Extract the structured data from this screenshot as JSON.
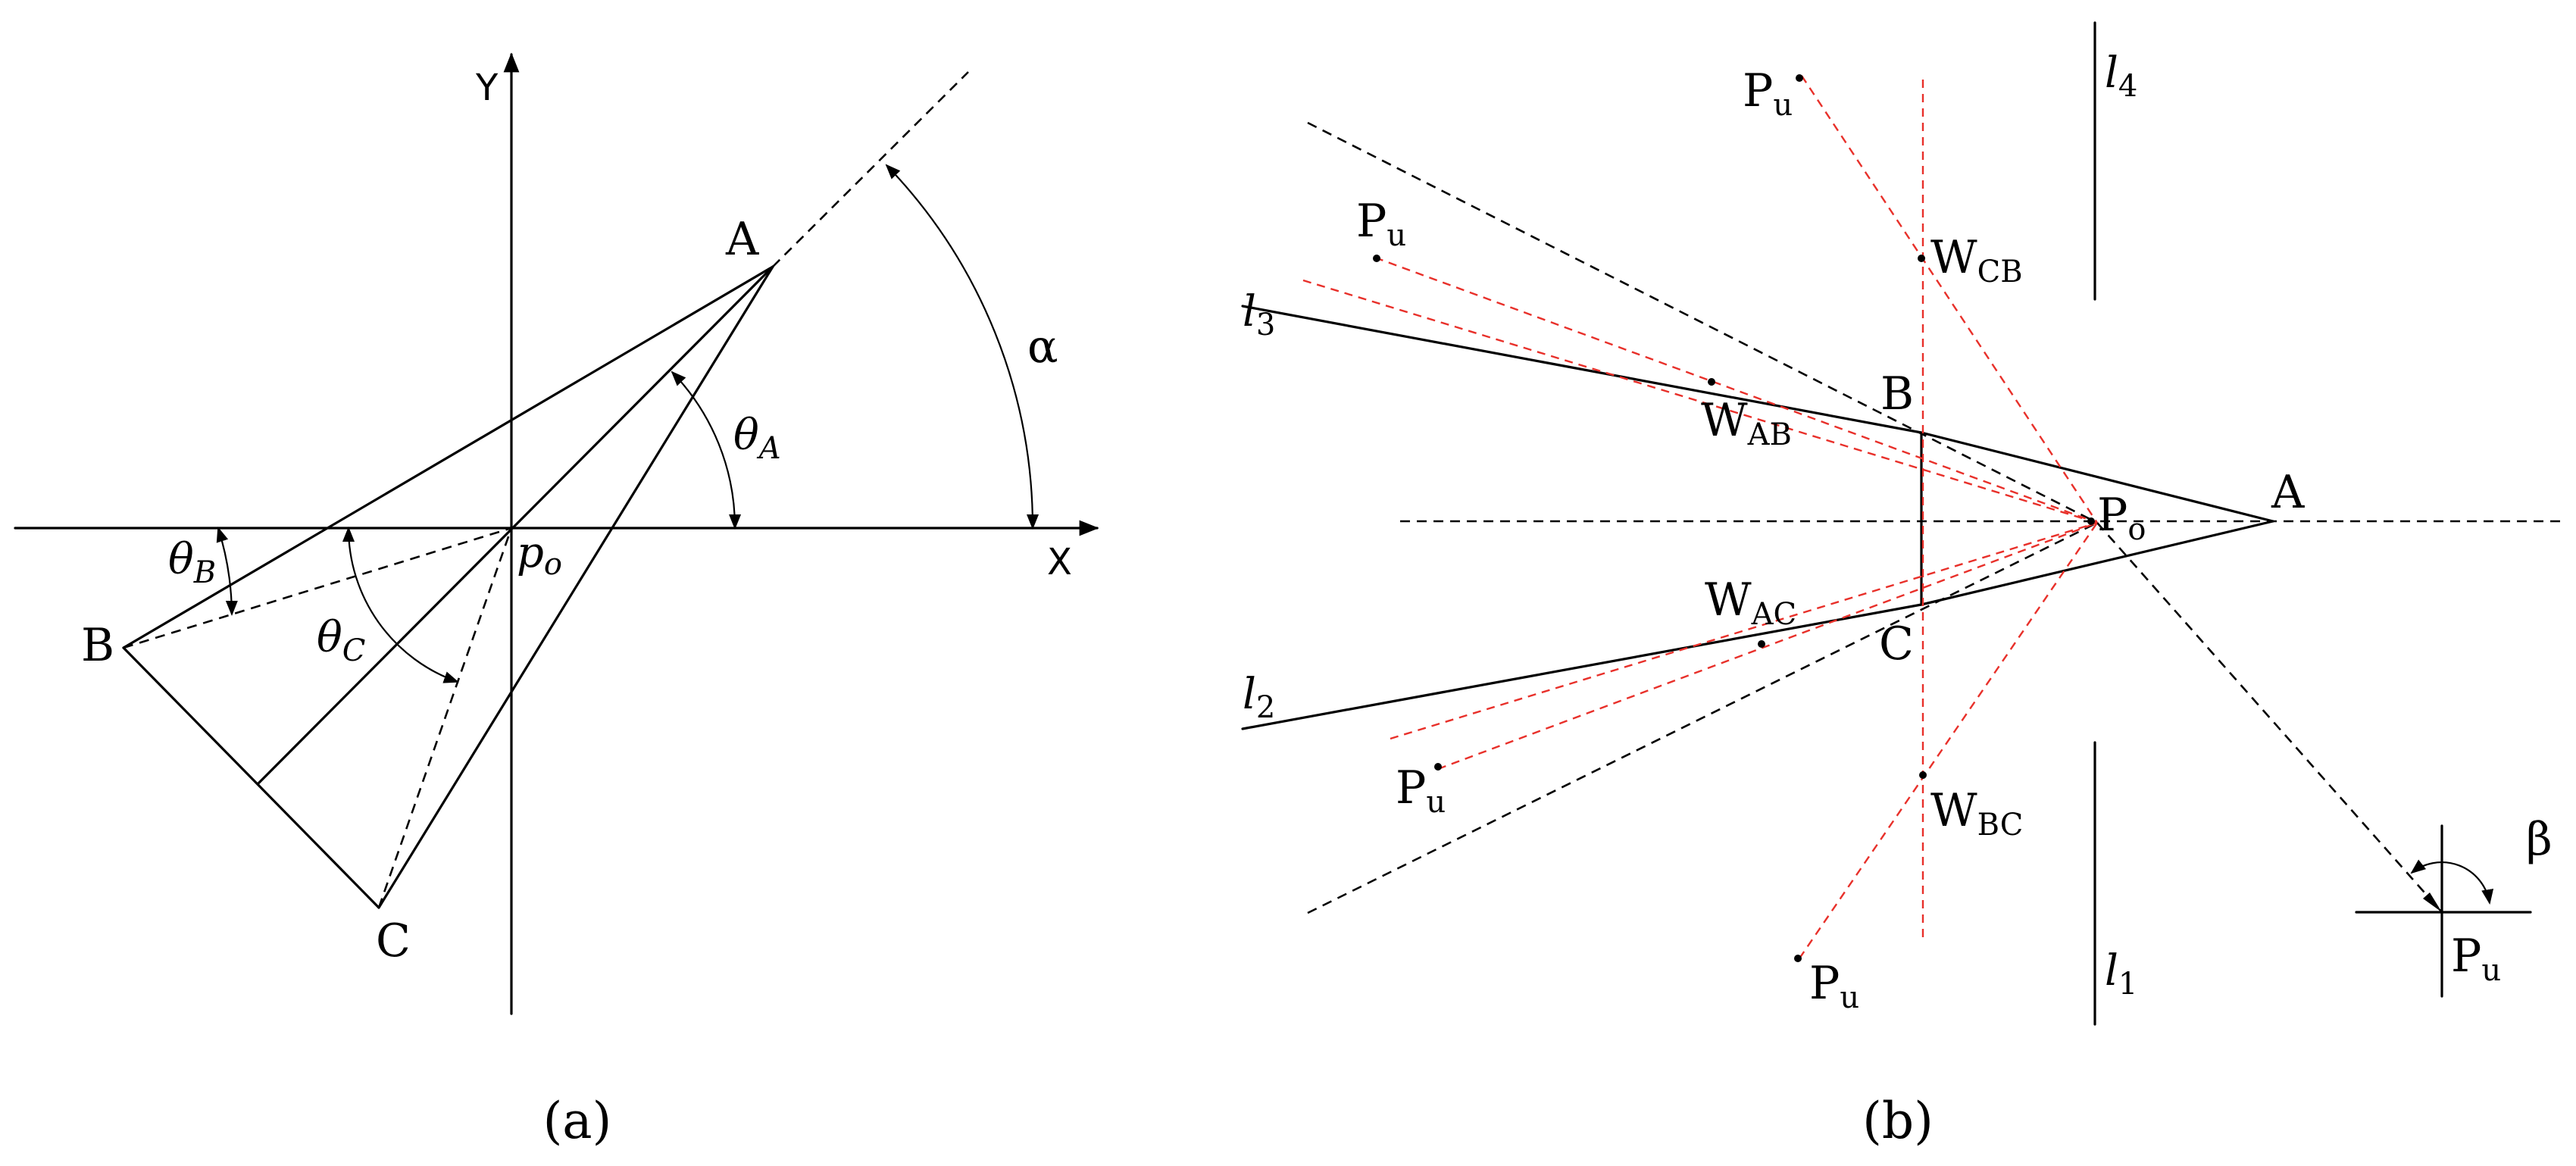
{
  "panel_a": {
    "caption": "(a)",
    "axis_x": "X",
    "axis_y": "Y",
    "vertex_a": "A",
    "vertex_b": "B",
    "vertex_c": "C",
    "origin_main": "p",
    "origin_sub": "o",
    "alpha": "α",
    "theta": "θ",
    "theta_a_sub": "A",
    "theta_b_sub": "B",
    "theta_c_sub": "C"
  },
  "panel_b": {
    "caption": "(b)",
    "vertex_a": "A",
    "vertex_b": "B",
    "vertex_c": "C",
    "po_main": "P",
    "po_sub": "o",
    "pu_main": "P",
    "pu_sub": "u",
    "w_main": "W",
    "w_ab_sub": "AB",
    "w_ac_sub": "AC",
    "w_cb_sub": "CB",
    "w_bc_sub": "BC",
    "l_main": "l",
    "l1_sub": "1",
    "l2_sub": "2",
    "l3_sub": "3",
    "l4_sub": "4",
    "beta": "β"
  }
}
